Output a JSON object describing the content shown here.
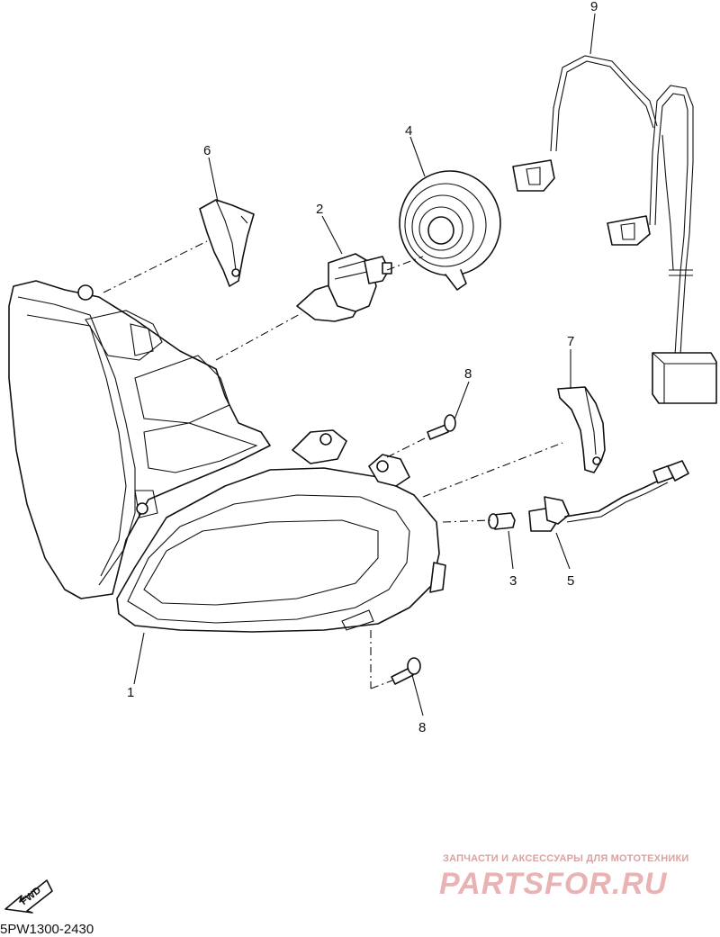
{
  "callouts": [
    "1",
    "2",
    "3",
    "4",
    "5",
    "6",
    "7",
    "8",
    "8",
    "9"
  ],
  "diagram_code": "5PW1300-2430",
  "fwd_label": "FWD",
  "watermark": {
    "tagline": "ЗАПЧАСТИ И АКСЕССУАРЫ ДЛЯ МОТОТЕХНИКИ",
    "brand": "PARTSFOR.RU",
    "colors": {
      "tagline": "#d9a2a2",
      "brand": "#e9b3b3"
    }
  },
  "parts": [
    {
      "ref": "1",
      "name": "headlight-assembly-icon"
    },
    {
      "ref": "2",
      "name": "bulb-icon"
    },
    {
      "ref": "3",
      "name": "small-bulb-icon"
    },
    {
      "ref": "4",
      "name": "bulb-cover-icon"
    },
    {
      "ref": "5",
      "name": "socket-cord-icon"
    },
    {
      "ref": "6",
      "name": "bracket-icon"
    },
    {
      "ref": "7",
      "name": "bracket-icon"
    },
    {
      "ref": "8",
      "name": "screw-icon"
    },
    {
      "ref": "9",
      "name": "wire-harness-icon"
    }
  ]
}
